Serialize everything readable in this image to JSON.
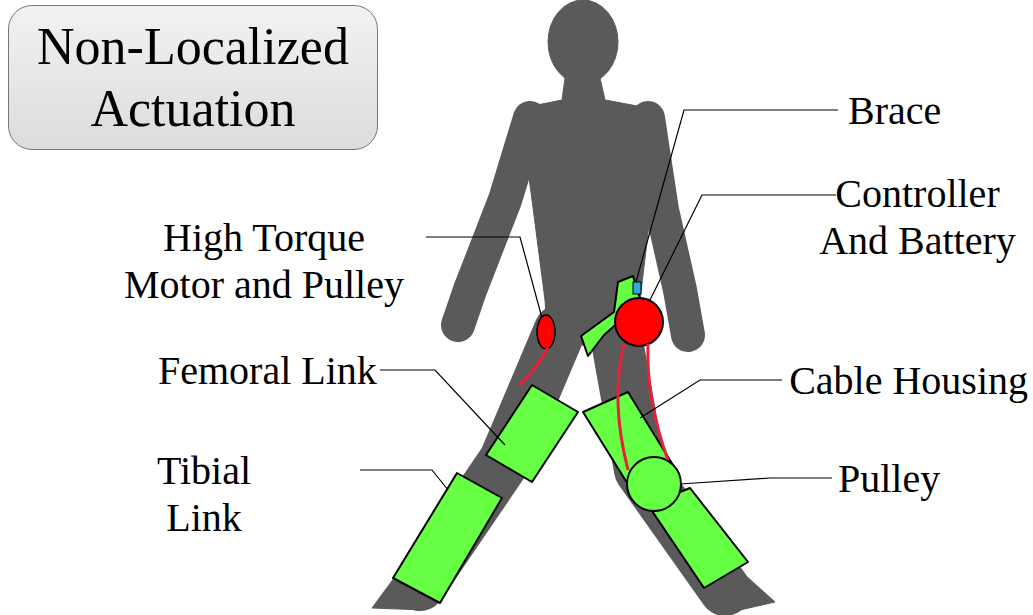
{
  "diagram": {
    "title": "Non-Localized Actuation",
    "labels": [
      "Brace",
      "Controller And Battery",
      "High Torque Motor and Pulley",
      "Femoral Link",
      "Cable Housing",
      "Tibial Link",
      "Pulley"
    ]
  }
}
